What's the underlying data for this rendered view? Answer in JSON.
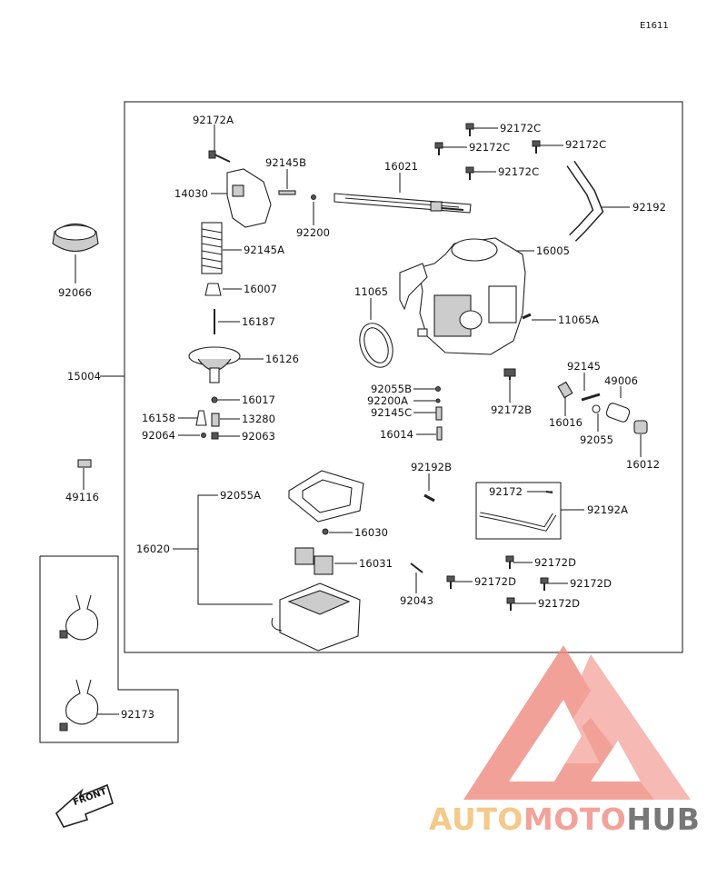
{
  "page_code": "E1611",
  "parts": {
    "p92172A": "92172A",
    "p92172C_1": "92172C",
    "p92172C_2": "92172C",
    "p92172C_3": "92172C",
    "p92172C_4": "92172C",
    "p92145B": "92145B",
    "p14030": "14030",
    "p16021": "16021",
    "p92200": "92200",
    "p92192": "92192",
    "p16005": "16005",
    "p92145A": "92145A",
    "p92066": "92066",
    "p16007": "16007",
    "p11065": "11065",
    "p11065A": "11065A",
    "p16187": "16187",
    "p15004": "15004",
    "p16126": "16126",
    "p92145": "92145",
    "p49006": "49006",
    "p92055B": "92055B",
    "p92200A": "92200A",
    "p92145C": "92145C",
    "p92172B": "92172B",
    "p16016": "16016",
    "p16017": "16017",
    "p16158": "16158",
    "p13280": "13280",
    "p92064": "92064",
    "p92063": "92063",
    "p16014": "16014",
    "p92055": "92055",
    "p16012": "16012",
    "p49116": "49116",
    "p92192B": "92192B",
    "p92055A": "92055A",
    "p92172": "92172",
    "p92192A": "92192A",
    "p16030": "16030",
    "p16020": "16020",
    "p16031": "16031",
    "p92172D_1": "92172D",
    "p92172D_2": "92172D",
    "p92172D_3": "92172D",
    "p92172D_4": "92172D",
    "p92043": "92043",
    "p92173": "92173"
  },
  "front_arrow_text": "FRONT",
  "watermark": {
    "text_part1": "AUTO",
    "text_part2": "MOTO",
    "text_part3": "HUB",
    "color1": "#f5c98a",
    "color2": "#f3a29a",
    "color3": "#777777",
    "logo_color": "#f08a80"
  }
}
